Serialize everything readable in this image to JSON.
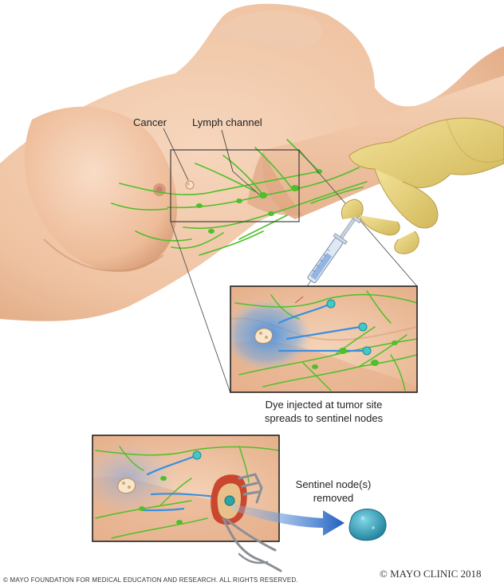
{
  "labels": {
    "cancer": "Cancer",
    "lymph_channel": "Lymph channel",
    "dye_caption_line1": "Dye injected at tumor site",
    "dye_caption_line2": "spreads to sentinel nodes",
    "sentinel_line1": "Sentinel node(s)",
    "sentinel_line2": "removed"
  },
  "footer": {
    "copyright_left": "© MAYO FOUNDATION FOR MEDICAL EDUCATION AND RESEARCH. ALL RIGHTS RESERVED.",
    "copyright_right": "© MAYO CLINIC 2018"
  },
  "colors": {
    "skin": "#f1c7a8",
    "skin_shadow": "#d9a07c",
    "lymph_green": "#4fbf2a",
    "dye_blue": "#3b8fe0",
    "glove": "#e8d27a",
    "node_teal": "#2aa6a6"
  },
  "icons": [
    "syringe-icon",
    "gloved-hand-icon",
    "surgical-retractor-icon",
    "arrow-right-icon",
    "lymph-node-icon"
  ]
}
